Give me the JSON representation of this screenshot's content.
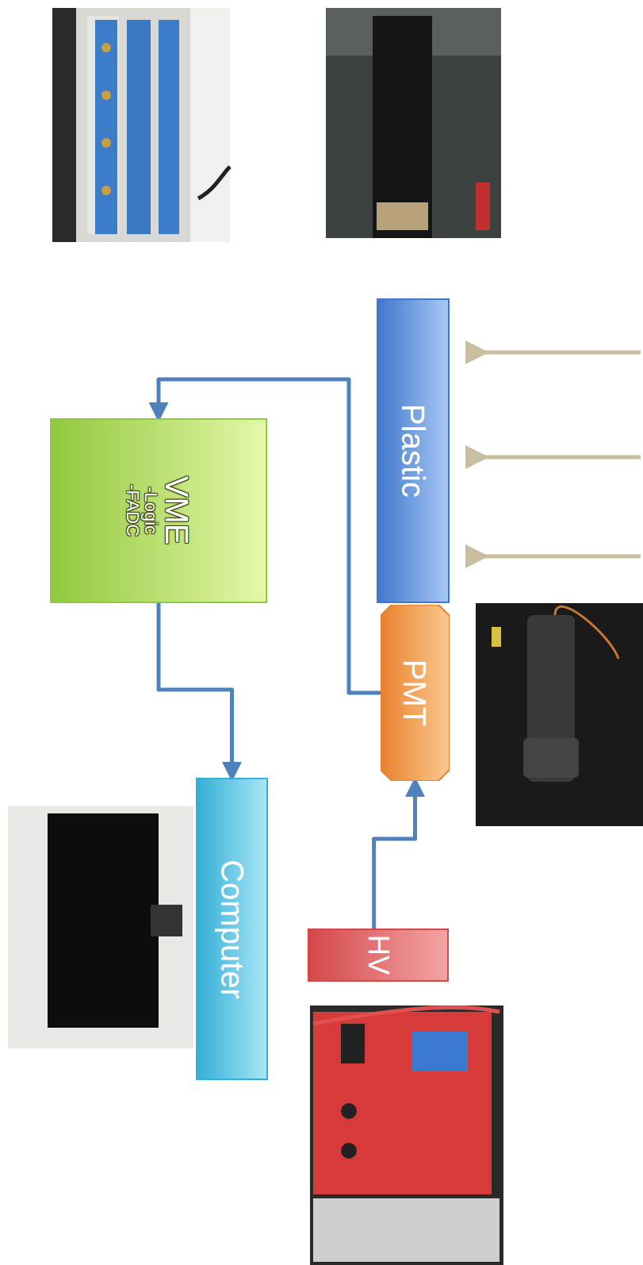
{
  "diagram": {
    "nodes": [
      {
        "text": [
          "Plastic"
        ]
      },
      {
        "text": [
          "PMT"
        ]
      },
      {
        "text": [
          "VME",
          "-Logic",
          "-FADC"
        ]
      },
      {
        "text": [
          "Computer"
        ]
      },
      {
        "text": [
          "HV"
        ]
      }
    ],
    "edges": [
      {
        "from": 1,
        "to": 2,
        "arrow": "to"
      },
      {
        "from": 2,
        "to": 3,
        "arrow": "to"
      },
      {
        "from": 4,
        "to": 1,
        "arrow": "to"
      }
    ]
  }
}
